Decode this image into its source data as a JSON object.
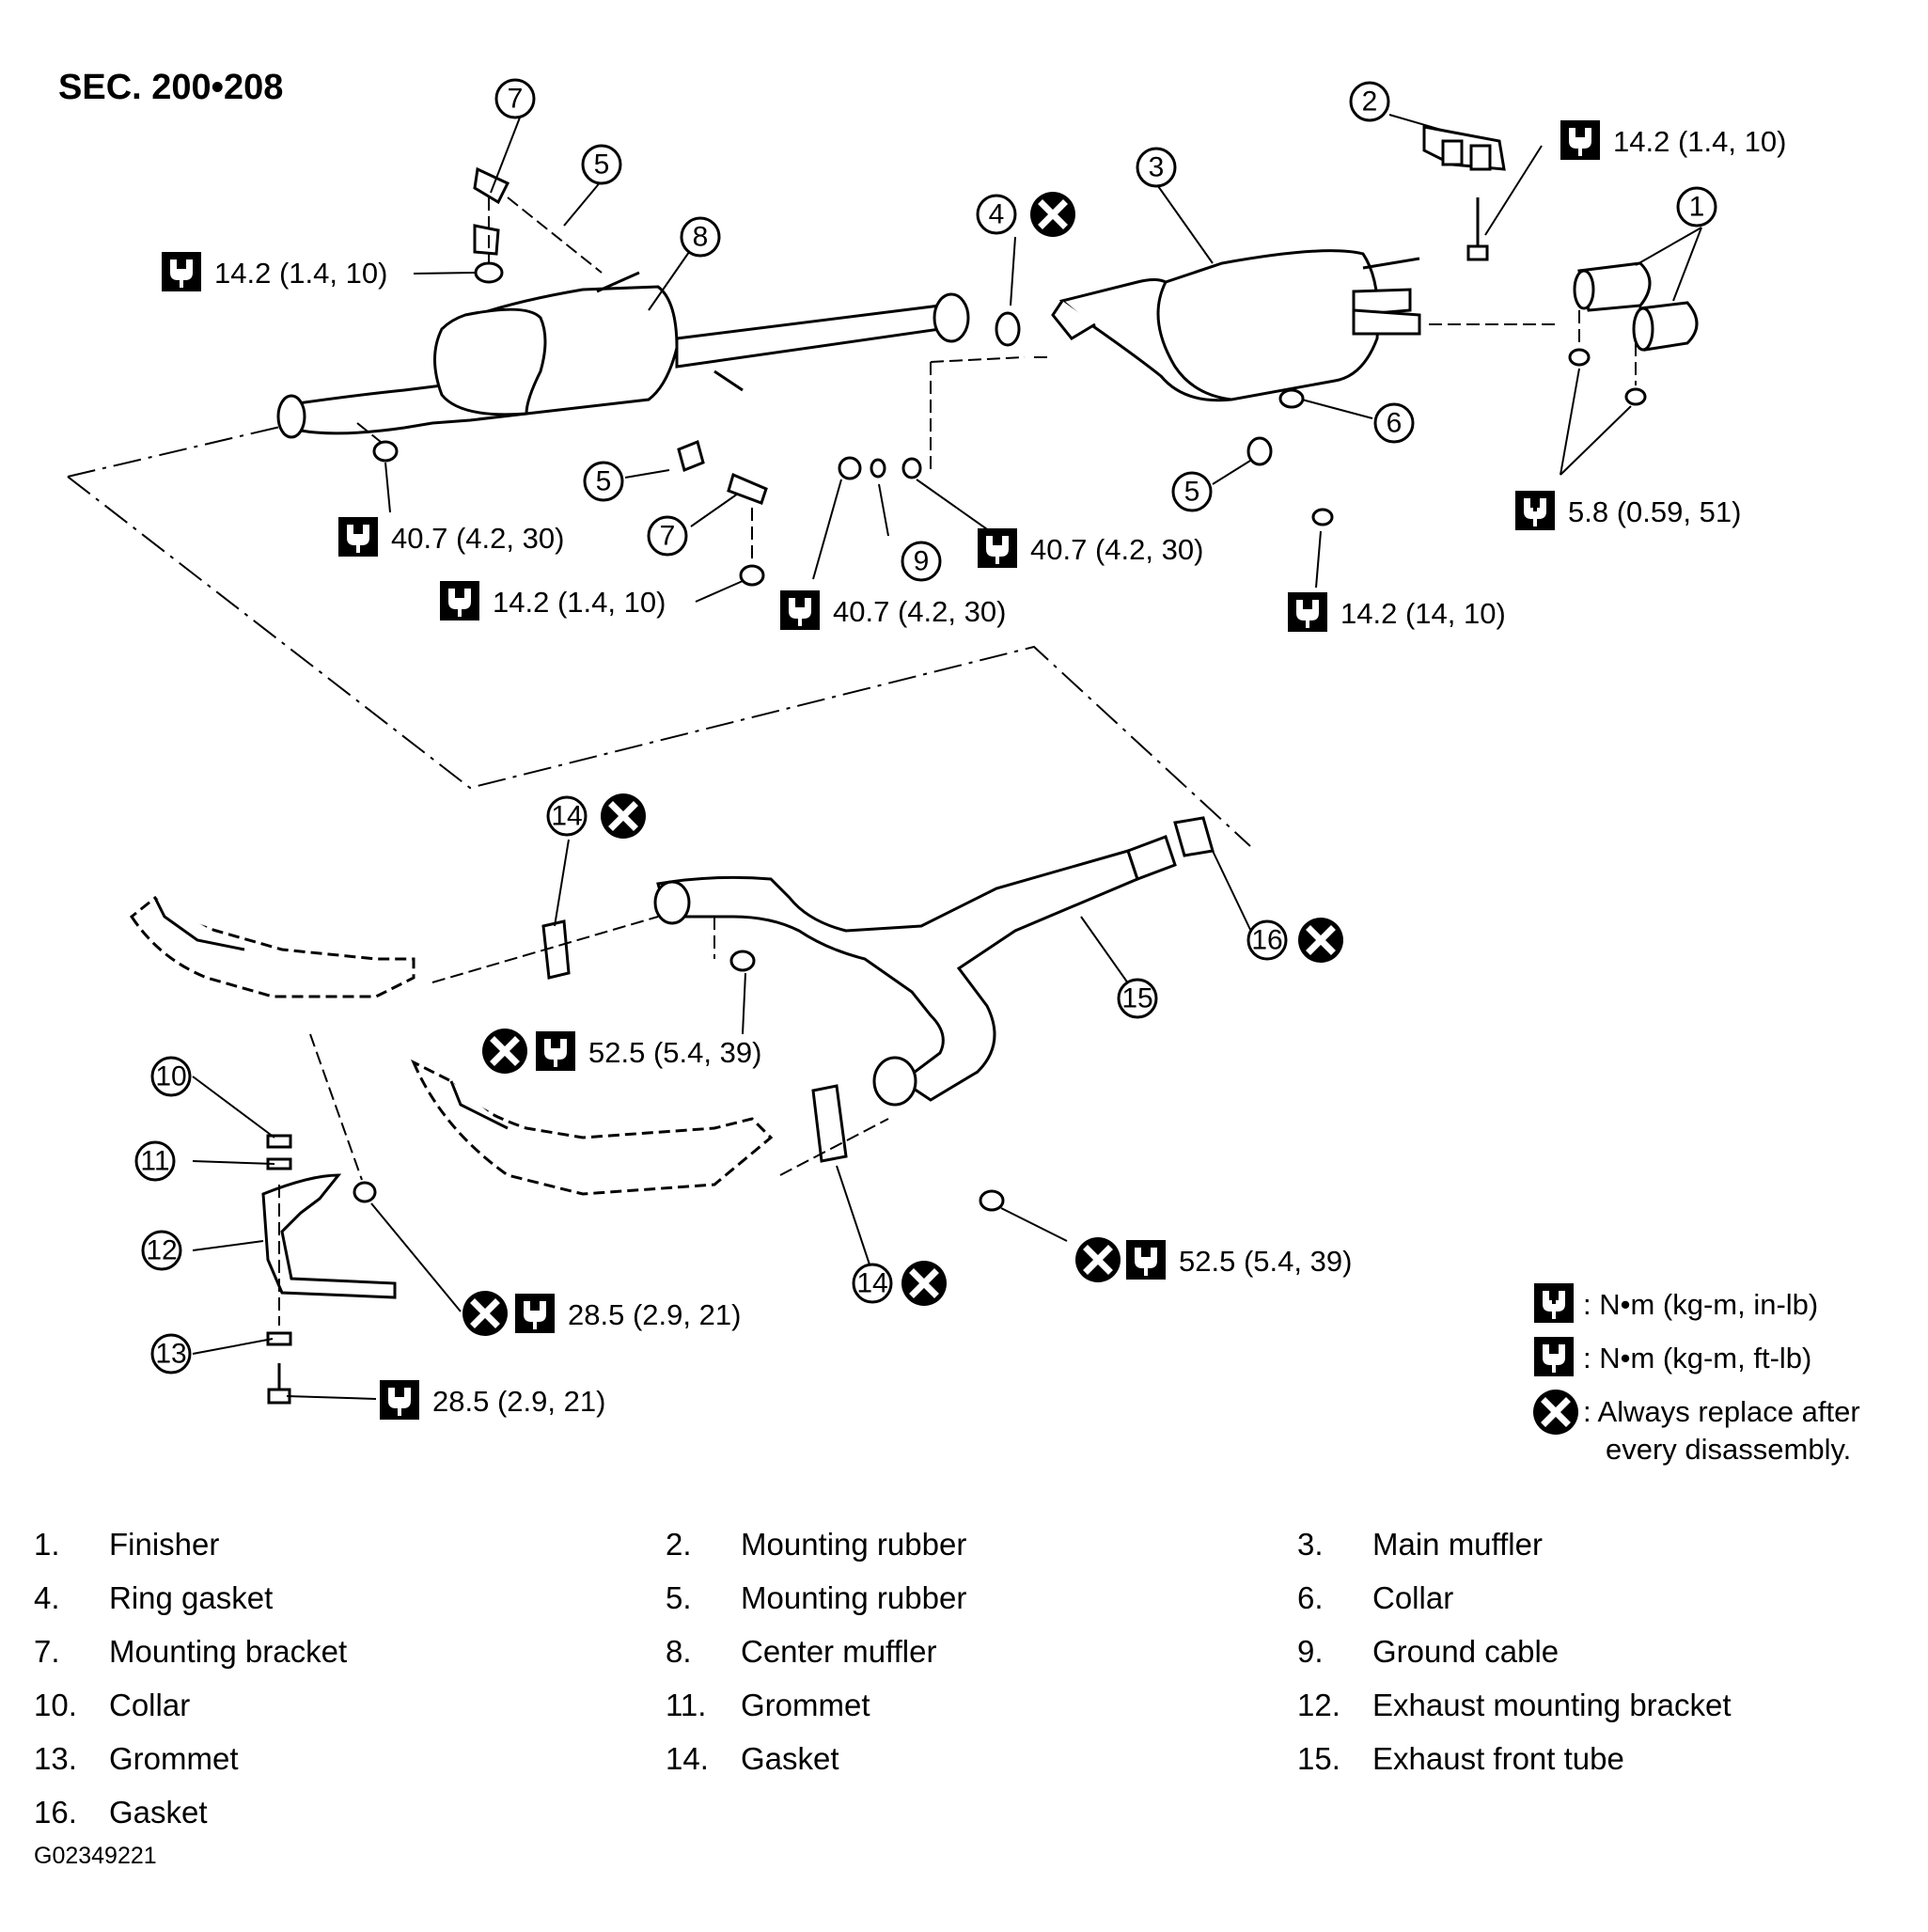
{
  "section_title": "SEC. 200•208",
  "figure_id": "G02349221",
  "callouts": [
    "1",
    "2",
    "3",
    "4",
    "5",
    "5",
    "5",
    "6",
    "7",
    "7",
    "8",
    "9",
    "10",
    "11",
    "12",
    "13",
    "14",
    "14",
    "15",
    "16"
  ],
  "torque_values": [
    "14.2 (1.4, 10)",
    "14.2 (1.4, 10)",
    "5.8 (0.59, 51)",
    "40.7 (4.2, 30)",
    "40.7 (4.2, 30)",
    "14.2 (1.4, 10)",
    "40.7 (4.2, 30)",
    "14.2 (14, 10)",
    "52.5 (5.4, 39)",
    "52.5 (5.4, 39)",
    "28.5 (2.9, 21)",
    "28.5 (2.9, 21)"
  ],
  "legend": {
    "in_lb": ": N•m (kg-m, in-lb)",
    "ft_lb": ": N•m (kg-m, ft-lb)",
    "replace_line1": ": Always replace after",
    "replace_line2": "every disassembly."
  },
  "parts": [
    {
      "no": "1.",
      "name": "Finisher"
    },
    {
      "no": "2.",
      "name": "Mounting rubber"
    },
    {
      "no": "3.",
      "name": "Main muffler"
    },
    {
      "no": "4.",
      "name": "Ring gasket"
    },
    {
      "no": "5.",
      "name": "Mounting rubber"
    },
    {
      "no": "6.",
      "name": "Collar"
    },
    {
      "no": "7.",
      "name": "Mounting bracket"
    },
    {
      "no": "8.",
      "name": "Center muffler"
    },
    {
      "no": "9.",
      "name": "Ground cable"
    },
    {
      "no": "10.",
      "name": "Collar"
    },
    {
      "no": "11.",
      "name": "Grommet"
    },
    {
      "no": "12.",
      "name": "Exhaust mounting bracket"
    },
    {
      "no": "13.",
      "name": "Grommet"
    },
    {
      "no": "14.",
      "name": "Gasket"
    },
    {
      "no": "15.",
      "name": "Exhaust front tube"
    },
    {
      "no": "16.",
      "name": "Gasket"
    }
  ]
}
